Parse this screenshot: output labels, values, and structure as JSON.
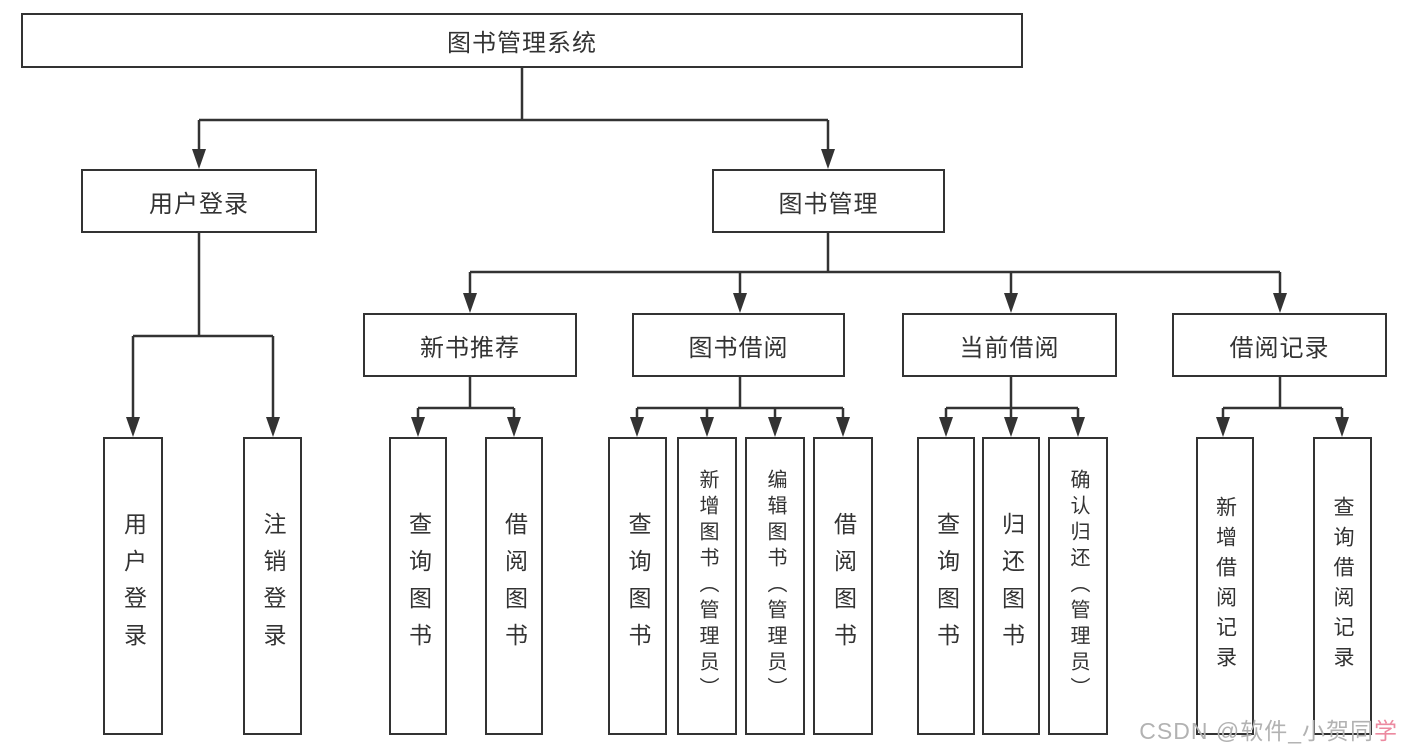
{
  "nodes": {
    "root": "图书管理系统",
    "user_login": "用户登录",
    "book_mgmt": "图书管理",
    "new_book": "新书推荐",
    "borrow": "图书借阅",
    "current": "当前借阅",
    "records": "借阅记录",
    "leaf_user_login": "用户登录",
    "leaf_logout": "注销登录",
    "leaf_new_query": "查询图书",
    "leaf_new_borrow": "借阅图书",
    "leaf_borrow_query": "查询图书",
    "leaf_borrow_add": "新增图书（管理员）",
    "leaf_borrow_edit": "编辑图书（管理员）",
    "leaf_borrow_do": "借阅图书",
    "leaf_cur_query": "查询图书",
    "leaf_cur_return": "归还图书",
    "leaf_cur_confirm": "确认归还（管理员）",
    "leaf_rec_add": "新增借阅记录",
    "leaf_rec_query": "查询借阅记录"
  },
  "watermark": {
    "text_gray": "CSDN @软件_小贺同",
    "text_accent": "学"
  },
  "colors": {
    "line": "#333333",
    "text": "#333333",
    "background": "#ffffff",
    "watermark_gray": "#b2b2b2",
    "watermark_accent": "#ec8aa0"
  }
}
